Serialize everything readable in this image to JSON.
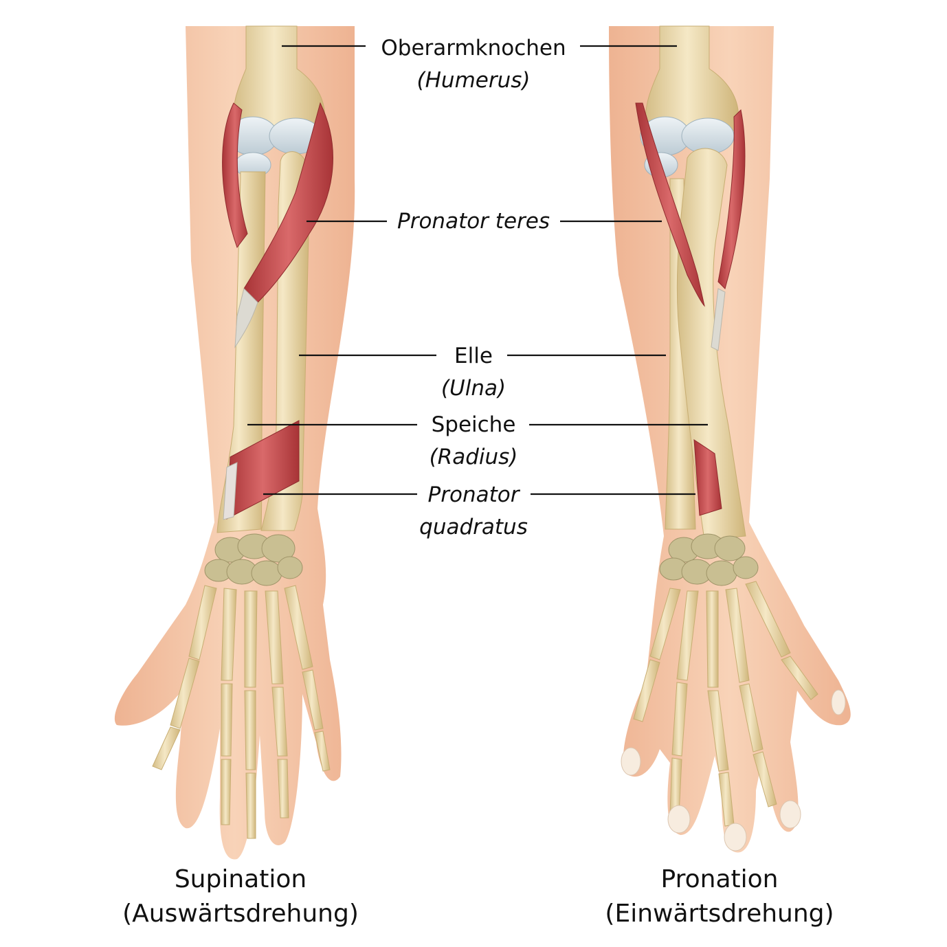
{
  "labels": {
    "humerus": {
      "name": "Oberarmknochen",
      "latin": "(Humerus)"
    },
    "pronator_teres": {
      "name": "Pronator teres"
    },
    "ulna": {
      "name": "Elle",
      "latin": "(Ulna)"
    },
    "radius": {
      "name": "Speiche",
      "latin": "(Radius)"
    },
    "pronator_quadratus": {
      "line1": "Pronator",
      "line2": "quadratus"
    }
  },
  "captions": {
    "left": {
      "title": "Supination",
      "subtitle": "(Auswärtsdrehung)"
    },
    "right": {
      "title": "Pronation",
      "subtitle": "(Einwärtsdrehung)"
    }
  },
  "colors": {
    "skin": "#f4c3a3",
    "bone": "#e8d6a8",
    "cartilage": "#d6e3ea",
    "muscle": "#c1474a",
    "carpal": "#c9bf92",
    "leader_line": "#111111"
  }
}
